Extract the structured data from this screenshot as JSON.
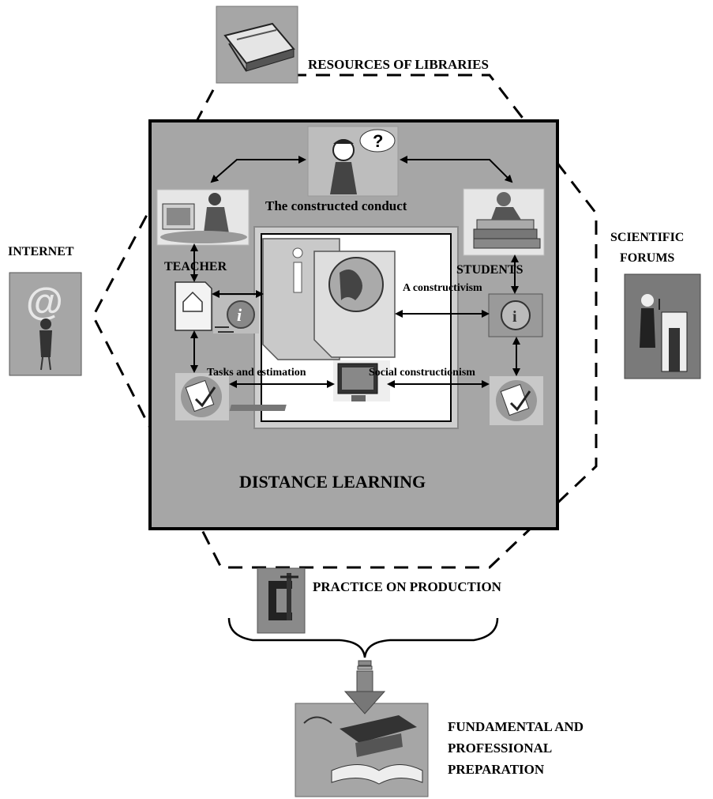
{
  "labels": {
    "resources": "RESOURCES OF LIBRARIES",
    "internet": "INTERNET",
    "forums_1": "SCIENTIFIC",
    "forums_2": "FORUMS",
    "practice": "PRACTICE ON PRODUCTION",
    "prep_1": "FUNDAMENTAL AND",
    "prep_2": "PROFESSIONAL",
    "prep_3": "PREPARATION",
    "distance": "DISTANCE LEARNING",
    "constructed": "The constructed conduct",
    "teacher": "TEACHER",
    "students": "STUDENTS",
    "constructivism": "A constructivism",
    "tasks": "Tasks and estimation",
    "social": "Social constructionism"
  },
  "icons": {
    "books": "books-icon",
    "internet": "at-sign-icon",
    "podium": "speaker-podium-icon",
    "clamp": "clamp-icon",
    "graduation": "graduation-cap-icon",
    "thinker": "thinking-person-icon",
    "teacher_computer": "teacher-computer-icon",
    "student_books": "student-on-books-icon",
    "home_doc": "home-document-icon",
    "info": "info-icon",
    "info_doc": "info-document-icon",
    "globe_doc": "globe-document-icon",
    "monitor": "monitor-icon",
    "clipboard": "clipboard-icon",
    "info_panel": "info-panel-icon"
  },
  "colors": {
    "panel": "#a6a6a6",
    "icon_bg": "#bdbdbd",
    "dark": "#555555",
    "line": "#000000"
  }
}
